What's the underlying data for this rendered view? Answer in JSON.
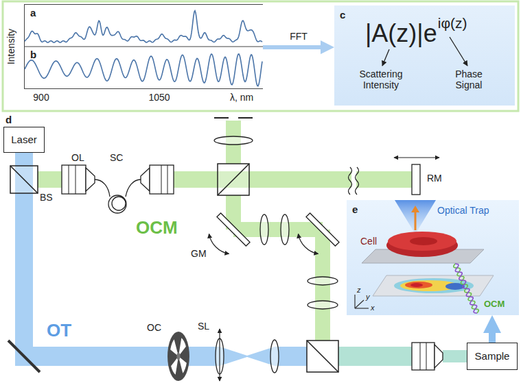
{
  "diagram": {
    "nodes": [
      {
        "text": [
          "a",
          "b"
        ]
      },
      {
        "text": [
          "c",
          "|A(z)|e",
          "iφ(z)",
          "Scattering Intensity",
          "Phase Signal"
        ]
      },
      {
        "text": [
          "Laser"
        ]
      },
      {
        "text": [
          "Sample"
        ]
      },
      {
        "text": [
          "e",
          "Optical Trap",
          "Cell",
          "z",
          "y",
          "x",
          "OCM"
        ]
      }
    ],
    "edges": [
      {
        "from": 0,
        "to": 1,
        "label": "FFT",
        "arrow": "to"
      },
      {
        "from": 3,
        "to": 4,
        "arrow": "to"
      }
    ],
    "labels": [
      "Intensity",
      "900",
      "1050",
      "λ, nm",
      "d",
      "OL",
      "SC",
      "BS",
      "RM",
      "OCM",
      "GM",
      "OT",
      "OC",
      "SL"
    ]
  }
}
